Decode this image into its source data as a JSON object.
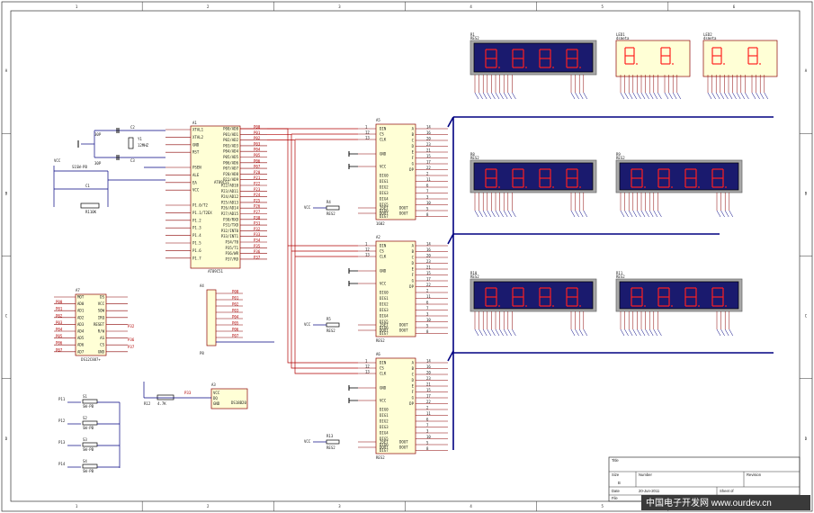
{
  "border": {
    "top": [
      "1",
      "2",
      "3",
      "4",
      "5",
      "6"
    ],
    "left": [
      "A",
      "B",
      "C",
      "D"
    ]
  },
  "mcu": {
    "ref": "A1",
    "part": "AT89C51",
    "left": [
      "XTAL1",
      "XTAL2",
      "GND",
      "RST",
      "PSEN",
      "ALE",
      "EA",
      "VCC",
      "P1.0/T2",
      "P1.1/T2EX",
      "P1.2",
      "P1.3",
      "P1.4",
      "P1.5",
      "P1.6",
      "P1.7"
    ],
    "right": [
      "P00/AD0",
      "P01/AD1",
      "P02/AD2",
      "P03/AD3",
      "P04/AD4",
      "P05/AD5",
      "P06/AD6",
      "P07/AD7",
      "P20/AD8",
      "P21/AD9",
      "P22/AD10",
      "P23/AD11",
      "P24/AD12",
      "P25/AD13",
      "P26/AD14",
      "P27/AD15",
      "P30/RXD",
      "P31/TXD",
      "P32/INT0",
      "P33/INT1",
      "P34/T0",
      "P35/T1",
      "P36/WR",
      "P37/RD"
    ],
    "rnets": [
      "P00",
      "P01",
      "P02",
      "P03",
      "P04",
      "P05",
      "P06",
      "P07",
      "P20",
      "P21",
      "P22",
      "P23",
      "P24",
      "P25",
      "P26",
      "P27",
      "P30",
      "P31",
      "P32",
      "P33",
      "P34",
      "P35",
      "P36",
      "P37"
    ]
  },
  "osc": {
    "c2": "C2",
    "c3": "C3",
    "v": "30P",
    "y1": "Y1",
    "yv": "12MHZ"
  },
  "reset": {
    "sw": "S1SW-PB",
    "c": "C1",
    "r": "R1",
    "rv": "10K",
    "vcc": "VCC"
  },
  "rtc": {
    "ref": "A7",
    "part": "DS12C887+",
    "pins": [
      "MOT",
      "AD0",
      "AD1",
      "AD2",
      "AD3",
      "AD4",
      "AD5",
      "AD6",
      "AD7",
      "DS",
      "VCC",
      "SQW",
      "IRQ",
      "RESET",
      "R/W",
      "AS",
      "CS",
      "GND"
    ],
    "nets": [
      "P00",
      "P01",
      "P02",
      "P03",
      "P04",
      "P05",
      "P06",
      "P07",
      "P32",
      "P36",
      "P37"
    ]
  },
  "header": {
    "ref": "A4",
    "part": "P8",
    "nets": [
      "P00",
      "P01",
      "P02",
      "P03",
      "P04",
      "P05",
      "P06",
      "P07"
    ]
  },
  "temp": {
    "ref": "A3",
    "part": "DS18B20",
    "r": "R12",
    "rv": "4.7K",
    "net": "P33",
    "pins": [
      "VCC",
      "DQ",
      "GND"
    ]
  },
  "keys": {
    "labels": [
      "P11",
      "P12",
      "P13",
      "P14"
    ],
    "sw": [
      "S1",
      "S2",
      "S3",
      "S4"
    ],
    "type": "SW-PB"
  },
  "drivers": [
    {
      "ref": "A5",
      "part": "1602",
      "pins": [
        "DIN",
        "CS",
        "CLK",
        "GND",
        "VCC",
        "A",
        "B",
        "C",
        "D",
        "E",
        "F",
        "G",
        "DP",
        "DIG0",
        "DIG1",
        "DIG2",
        "DIG3",
        "DIG4",
        "DIG5",
        "DIG6",
        "DIG7",
        "ISET",
        "DOUT",
        "DOUT"
      ],
      "r": "R4",
      "rv": "RES2"
    },
    {
      "ref": "A2",
      "part": "RES2",
      "pins": [
        "DIN",
        "CS",
        "CLK",
        "GND",
        "VCC",
        "A",
        "B",
        "C",
        "D",
        "E",
        "F",
        "G",
        "DP",
        "DIG0",
        "DIG1",
        "DIG2",
        "DIG3",
        "DIG4",
        "DIG5",
        "DIG6",
        "DIG7",
        "ISET",
        "DOUT",
        "DOUT"
      ],
      "r": "R5",
      "rv": "RES2"
    },
    {
      "ref": "A6",
      "part": "RES2",
      "pins": [
        "DIN",
        "CS",
        "CLK",
        "GND",
        "VCC",
        "A",
        "B",
        "C",
        "D",
        "E",
        "F",
        "G",
        "DP",
        "DIG0",
        "DIG1",
        "DIG2",
        "DIG3",
        "DIG4",
        "DIG5",
        "DIG6",
        "DIG7",
        "ISET",
        "DOUT",
        "DOUT"
      ],
      "r": "R13",
      "rv": "RES2"
    }
  ],
  "displays": [
    {
      "ref": "R1",
      "type": "RES2"
    },
    {
      "ref": "LED1",
      "type": "dsmeta"
    },
    {
      "ref": "LED2",
      "type": "dsmeta"
    },
    {
      "ref": "R8",
      "type": "RES2"
    },
    {
      "ref": "R9",
      "type": "RES2"
    },
    {
      "ref": "R10",
      "type": "RES2"
    },
    {
      "ref": "R11",
      "type": "RES2"
    }
  ],
  "titleblock": {
    "title": "Title",
    "size": "Size",
    "sizev": "B",
    "number": "Number",
    "revision": "Revision",
    "date": "Date",
    "datev": "20-Jun-2011",
    "sheet": "Sheet of",
    "file": "File",
    "drawnby": "Drawn By"
  },
  "watermark": "中国电子开发网 www.ourdev.cn"
}
